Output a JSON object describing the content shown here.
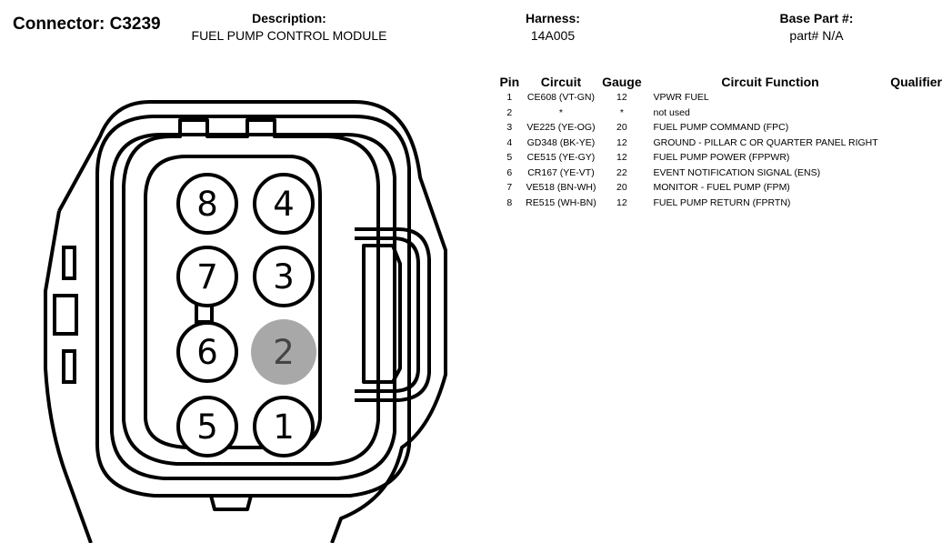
{
  "header": {
    "connector_title": "Connector: C3239",
    "description_label": "Description:",
    "description_value": "FUEL PUMP CONTROL MODULE",
    "harness_label": "Harness:",
    "harness_value": "14A005",
    "base_part_label": "Base Part #:",
    "base_part_value": "part# N/A"
  },
  "table": {
    "columns": {
      "pin": "Pin",
      "circuit": "Circuit",
      "gauge": "Gauge",
      "function": "Circuit Function",
      "qualifier": "Qualifier"
    },
    "rows": [
      {
        "pin": "1",
        "circuit": "CE608 (VT-GN)",
        "gauge": "12",
        "function": "VPWR FUEL",
        "qualifier": ""
      },
      {
        "pin": "2",
        "circuit": "*",
        "gauge": "*",
        "function": "not used",
        "qualifier": ""
      },
      {
        "pin": "3",
        "circuit": "VE225 (YE-OG)",
        "gauge": "20",
        "function": "FUEL PUMP COMMAND (FPC)",
        "qualifier": ""
      },
      {
        "pin": "4",
        "circuit": "GD348 (BK-YE)",
        "gauge": "12",
        "function": "GROUND - PILLAR C OR QUARTER PANEL RIGHT",
        "qualifier": ""
      },
      {
        "pin": "5",
        "circuit": "CE515 (YE-GY)",
        "gauge": "12",
        "function": "FUEL PUMP POWER (FPPWR)",
        "qualifier": ""
      },
      {
        "pin": "6",
        "circuit": "CR167 (YE-VT)",
        "gauge": "22",
        "function": "EVENT NOTIFICATION SIGNAL (ENS)",
        "qualifier": ""
      },
      {
        "pin": "7",
        "circuit": "VE518 (BN-WH)",
        "gauge": "20",
        "function": "MONITOR - FUEL PUMP (FPM)",
        "qualifier": ""
      },
      {
        "pin": "8",
        "circuit": "RE515 (WH-BN)",
        "gauge": "12",
        "function": "FUEL PUMP RETURN (FPRTN)",
        "qualifier": ""
      }
    ]
  },
  "diagram": {
    "pins": [
      {
        "label": "8",
        "used": true
      },
      {
        "label": "4",
        "used": true
      },
      {
        "label": "7",
        "used": true
      },
      {
        "label": "3",
        "used": true
      },
      {
        "label": "6",
        "used": true
      },
      {
        "label": "2",
        "used": false
      },
      {
        "label": "5",
        "used": true
      },
      {
        "label": "1",
        "used": true
      }
    ],
    "colors": {
      "outline": "#000000",
      "unused_pin_fill": "#a8a8a8",
      "unused_pin_text": "#444444"
    }
  }
}
